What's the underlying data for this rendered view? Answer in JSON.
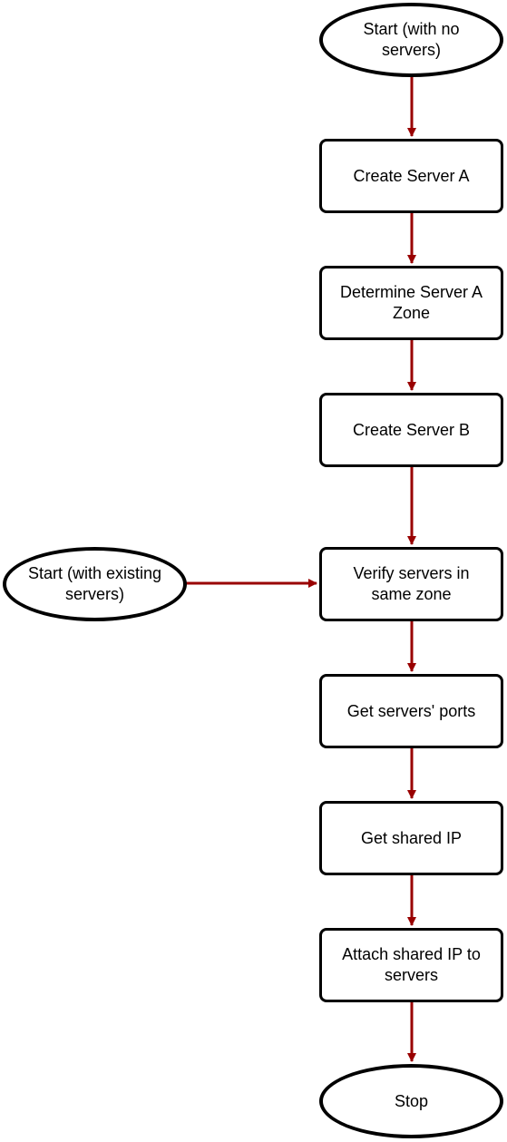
{
  "diagram": {
    "colors": {
      "edge": "#990000",
      "border": "#000000",
      "fill": "#ffffff"
    },
    "nodes": {
      "start_no_servers": "Start (with no servers)",
      "create_server_a": "Create Server A",
      "determine_zone": "Determine Server A Zone",
      "create_server_b": "Create Server B",
      "verify_same_zone": "Verify servers in same zone",
      "start_existing": "Start (with existing servers)",
      "get_ports": "Get servers' ports",
      "get_shared_ip": "Get shared IP",
      "attach_ip": "Attach shared IP to servers",
      "stop": "Stop"
    }
  }
}
